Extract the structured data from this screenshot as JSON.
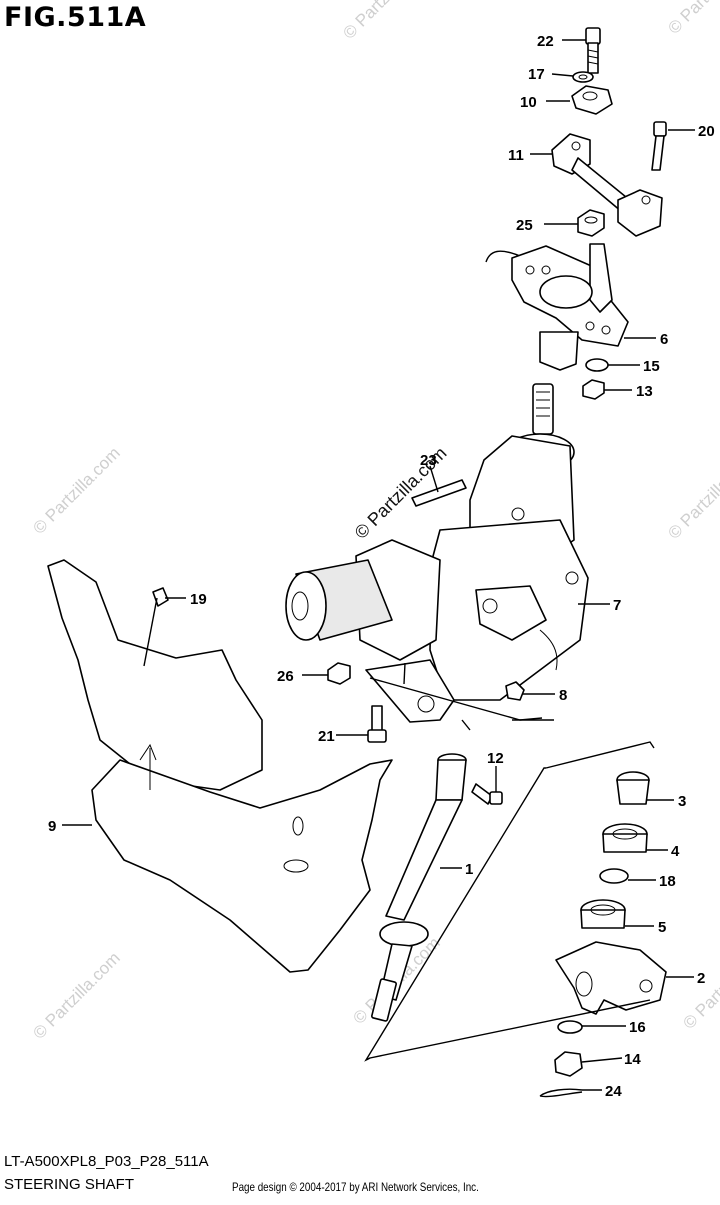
{
  "figure": {
    "title": "FIG.511A"
  },
  "footer": {
    "part_code": "LT-A500XPL8_P03_P28_511A",
    "part_name": "STEERING SHAFT",
    "copyright": "Page design © 2004-2017 by ARI Network Services, Inc."
  },
  "watermark": {
    "text": "© Partzilla.com"
  },
  "callouts": [
    {
      "id": "c22",
      "number": "22"
    },
    {
      "id": "c17",
      "number": "17"
    },
    {
      "id": "c10",
      "number": "10"
    },
    {
      "id": "c20",
      "number": "20"
    },
    {
      "id": "c11",
      "number": "11"
    },
    {
      "id": "c25",
      "number": "25"
    },
    {
      "id": "c6",
      "number": "6"
    },
    {
      "id": "c15",
      "number": "15"
    },
    {
      "id": "c13",
      "number": "13"
    },
    {
      "id": "c23",
      "number": "23"
    },
    {
      "id": "c19",
      "number": "19"
    },
    {
      "id": "c7",
      "number": "7"
    },
    {
      "id": "c26",
      "number": "26"
    },
    {
      "id": "c8",
      "number": "8"
    },
    {
      "id": "c21",
      "number": "21"
    },
    {
      "id": "c12",
      "number": "12"
    },
    {
      "id": "c3",
      "number": "3"
    },
    {
      "id": "c9",
      "number": "9"
    },
    {
      "id": "c1",
      "number": "1"
    },
    {
      "id": "c4",
      "number": "4"
    },
    {
      "id": "c18",
      "number": "18"
    },
    {
      "id": "c5",
      "number": "5"
    },
    {
      "id": "c2",
      "number": "2"
    },
    {
      "id": "c16",
      "number": "16"
    },
    {
      "id": "c14",
      "number": "14"
    },
    {
      "id": "c24",
      "number": "24"
    }
  ]
}
